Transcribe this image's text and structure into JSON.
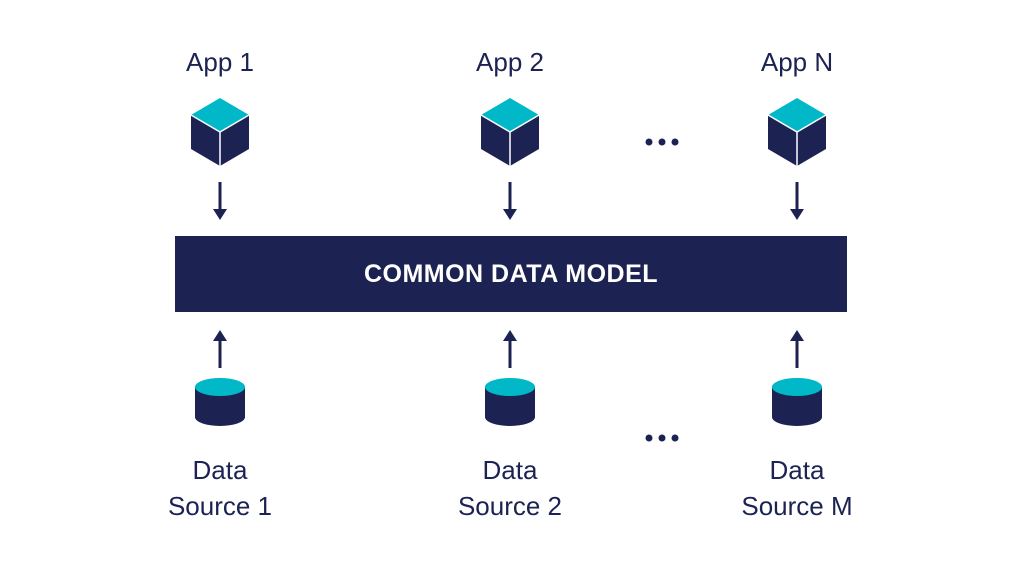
{
  "apps": [
    {
      "label": "App 1"
    },
    {
      "label": "App 2"
    },
    {
      "label": "App N"
    }
  ],
  "model": {
    "title": "COMMON DATA MODEL"
  },
  "sources": [
    {
      "line1": "Data",
      "line2": "Source 1"
    },
    {
      "line1": "Data",
      "line2": "Source 2"
    },
    {
      "line1": "Data",
      "line2": "Source M"
    }
  ],
  "colors": {
    "navy": "#1c2352",
    "teal": "#00b8c8",
    "background": "#ffffff"
  },
  "icons": {
    "app": "cube-icon",
    "source": "database-icon",
    "flow_down": "arrow-down-icon",
    "flow_up": "arrow-up-icon",
    "continuation": "ellipsis-icon"
  }
}
